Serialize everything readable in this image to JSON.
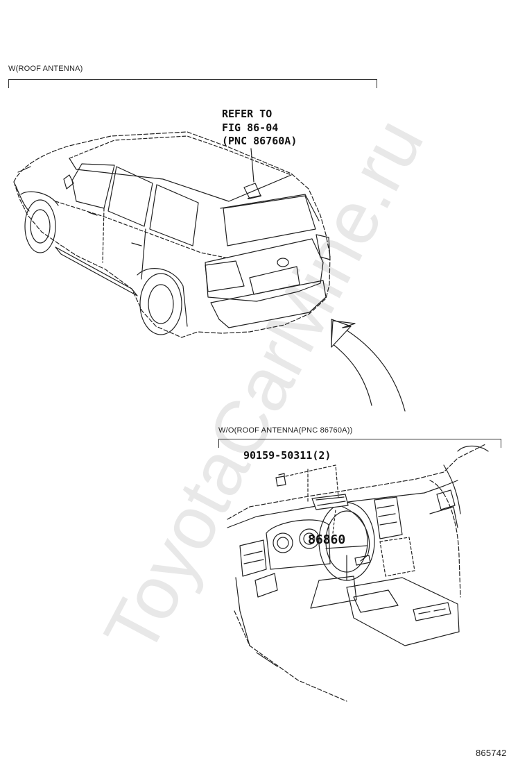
{
  "sections": {
    "with_roof_antenna": {
      "label": "W(ROOF ANTENNA)"
    },
    "without_roof_antenna": {
      "label": "W/O(ROOF ANTENNA(PNC 86760A))"
    }
  },
  "callouts": {
    "refer_line1": "REFER TO",
    "refer_line2": "FIG 86-04",
    "refer_line3": "(PNC 86760A)",
    "bolt_part": "90159-50311(2)",
    "antenna_part": "86860"
  },
  "figure_number": "865742",
  "watermark": "ToyotaCarMine.ru"
}
